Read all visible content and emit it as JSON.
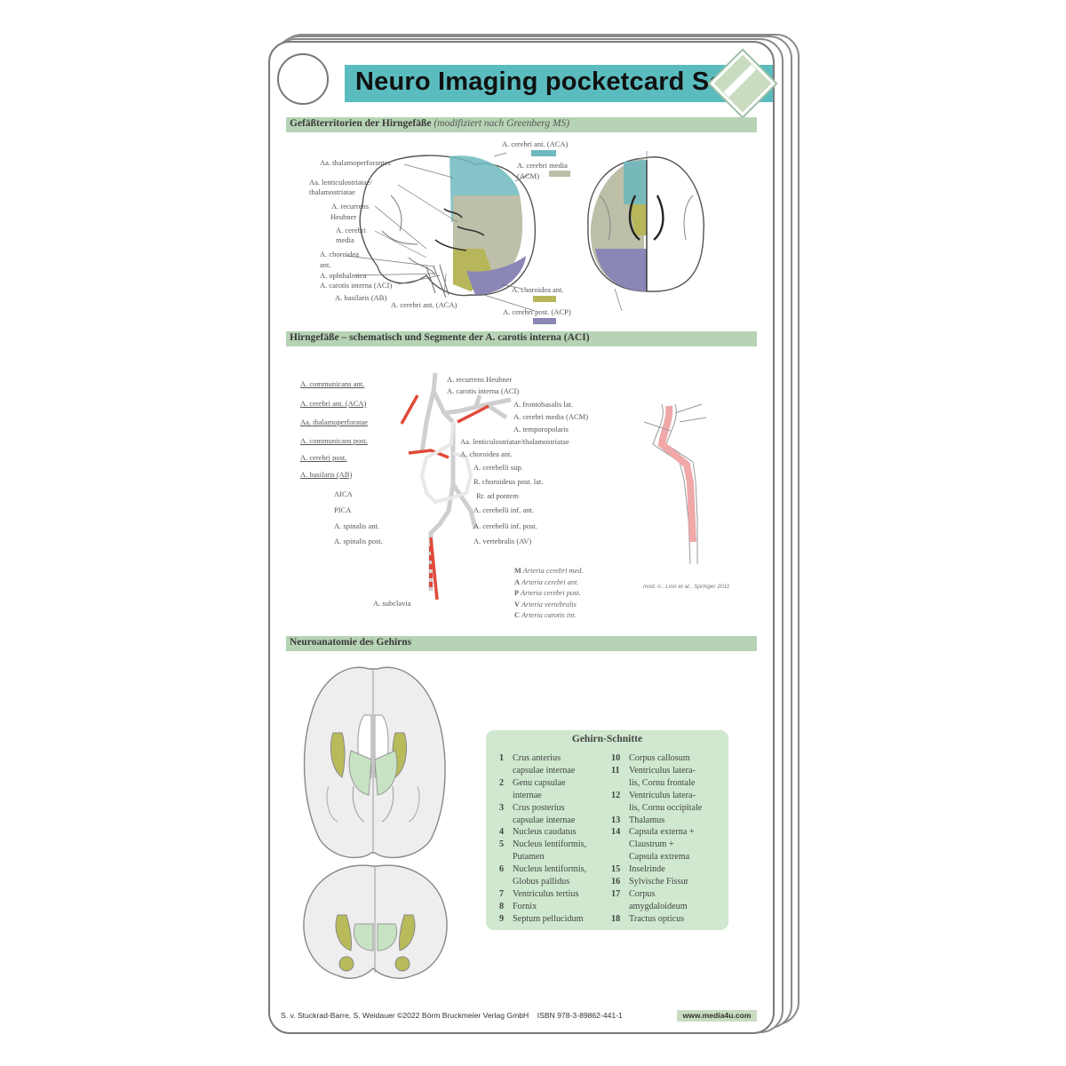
{
  "header": {
    "title": "Neuro Imaging pocketcard Set"
  },
  "section1": {
    "title": "Gefäßterritorien der Hirngefäße",
    "subtitle": "(modifiziert nach Greenberg MS)",
    "labels": [
      "Aa. thalamoperforantes",
      "Aa. lenticulostriatae/",
      "thalamostriatae",
      "A. recurrens",
      "Heubner",
      "A. cerebri",
      "media",
      "A. choroidea",
      "ant.",
      "A. ophthalmica",
      "A. carotis interna (ACI)",
      "A. basilaris (AB)",
      "A. cerebri ant. (ACA)",
      "A. cerebri ant. (ACA)",
      "A. cerebri media",
      "(ACM)",
      "A. choroidea ant.",
      "A. cerebri post. (ACP)"
    ],
    "colors": {
      "aca": "#6fb8bd",
      "acm": "#bdbfa8",
      "choroid": "#b7b65b",
      "acp": "#8a86b5"
    }
  },
  "section2": {
    "title": "Hirngefäße – schematisch und Segmente der A. carotis interna (ACI)",
    "left_labels": [
      "A. communicans ant.",
      "A. cerebri ant. (ACA)",
      "Aa. thalamoperforatae",
      "A. communicans post.",
      "A. cerebri post.",
      "A. basilaris (AB)",
      "AICA",
      "PICA",
      "A. spinalis ant.",
      "A. spinalis post.",
      "A. subclavia"
    ],
    "right_labels": [
      "A. recurrens Heubner",
      "A. carotis interna (ACI)",
      "A. frontobasalis lat.",
      "A. cerebri media (ACM)",
      "A. temporopolaris",
      "Aa. lenticulostriatae/thalamostriatae",
      "A. choroidea ant.",
      "A. cerebelli sup.",
      "R. choroideus post. lat.",
      "Rr. ad pontem",
      "A. cerebelli inf. ant.",
      "A. cerebelli inf. post.",
      "A. vertebralis (AV)"
    ],
    "abbreviations": [
      {
        "key": "M",
        "text": "Arteria cerebri med."
      },
      {
        "key": "A",
        "text": "Arteria cerebri ant."
      },
      {
        "key": "P",
        "text": "Arteria cerebri post."
      },
      {
        "key": "V",
        "text": "Arteria vertebralis"
      },
      {
        "key": "C",
        "text": "Arteria carotis int."
      }
    ],
    "citation": "mod. n.: Linn et al., Springer 2011",
    "vessel_color": "#e04a3a",
    "segment_color": "#f0a8a8"
  },
  "section3": {
    "title": "Neuroanatomie des Gehirns",
    "legend_title": "Gehirn-Schnitte",
    "legend_left": [
      {
        "n": "1",
        "t": "Crus anterius\ncapsulae internae"
      },
      {
        "n": "2",
        "t": "Genu capsulae\ninternae"
      },
      {
        "n": "3",
        "t": "Crus posterius\ncapsulae internae"
      },
      {
        "n": "4",
        "t": "Nucleus caudatus"
      },
      {
        "n": "5",
        "t": "Nucleus lentiformis,\nPutamen"
      },
      {
        "n": "6",
        "t": "Nucleus lentiformis,\nGlobus pallidus"
      },
      {
        "n": "7",
        "t": "Ventriculus tertius"
      },
      {
        "n": "8",
        "t": "Fornix"
      },
      {
        "n": "9",
        "t": "Septum pellucidum"
      }
    ],
    "legend_right": [
      {
        "n": "10",
        "t": "Corpus callosum"
      },
      {
        "n": "11",
        "t": "Ventriculus latera-\nlis, Cornu frontale"
      },
      {
        "n": "12",
        "t": "Ventriculus latera-\nlis, Cornu occipitale"
      },
      {
        "n": "13",
        "t": "Thalamus"
      },
      {
        "n": "14",
        "t": "Capsula externa +\nClaustrum +\nCapsula extrema"
      },
      {
        "n": "15",
        "t": "Inselrinde"
      },
      {
        "n": "16",
        "t": "Sylvische Fissur"
      },
      {
        "n": "17",
        "t": "Corpus\namygdaloideum"
      },
      {
        "n": "18",
        "t": "Tractus opticus"
      }
    ],
    "nuclei_color": "#b9bb5a",
    "thalamus_color": "#c7e3c3"
  },
  "footer": {
    "authors": "S. v. Stuckrad-Barre, S. Weidauer  ©2022 Börm Bruckmeier Verlag GmbH",
    "isbn": "ISBN 978-3-89862-441-1",
    "url": "www.media4u.com"
  }
}
